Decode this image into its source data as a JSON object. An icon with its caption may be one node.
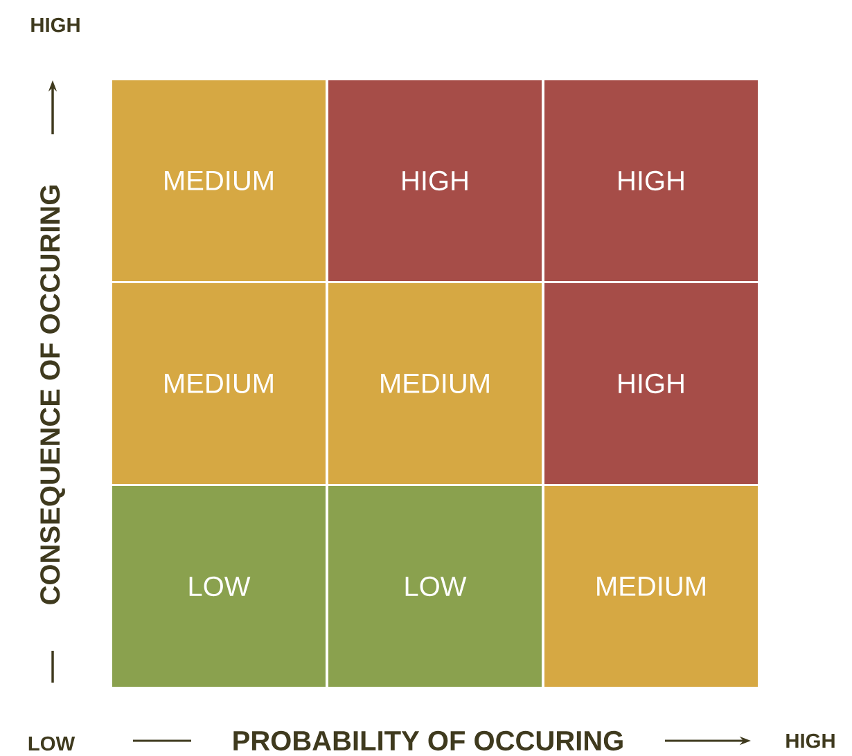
{
  "diagram": {
    "nodes": [
      {
        "text": [
          "MEDIUM"
        ]
      },
      {
        "text": [
          "HIGH"
        ]
      },
      {
        "text": [
          "HIGH"
        ]
      },
      {
        "text": [
          "MEDIUM"
        ]
      },
      {
        "text": [
          "MEDIUM"
        ]
      },
      {
        "text": [
          "HIGH"
        ]
      },
      {
        "text": [
          "LOW"
        ]
      },
      {
        "text": [
          "LOW"
        ]
      },
      {
        "text": [
          "MEDIUM"
        ]
      }
    ],
    "labels": [
      "HIGH",
      "CONSEQUENCE OF OCCURING",
      "LOW",
      "PROBABILITY OF OCCURING",
      "HIGH"
    ]
  }
}
